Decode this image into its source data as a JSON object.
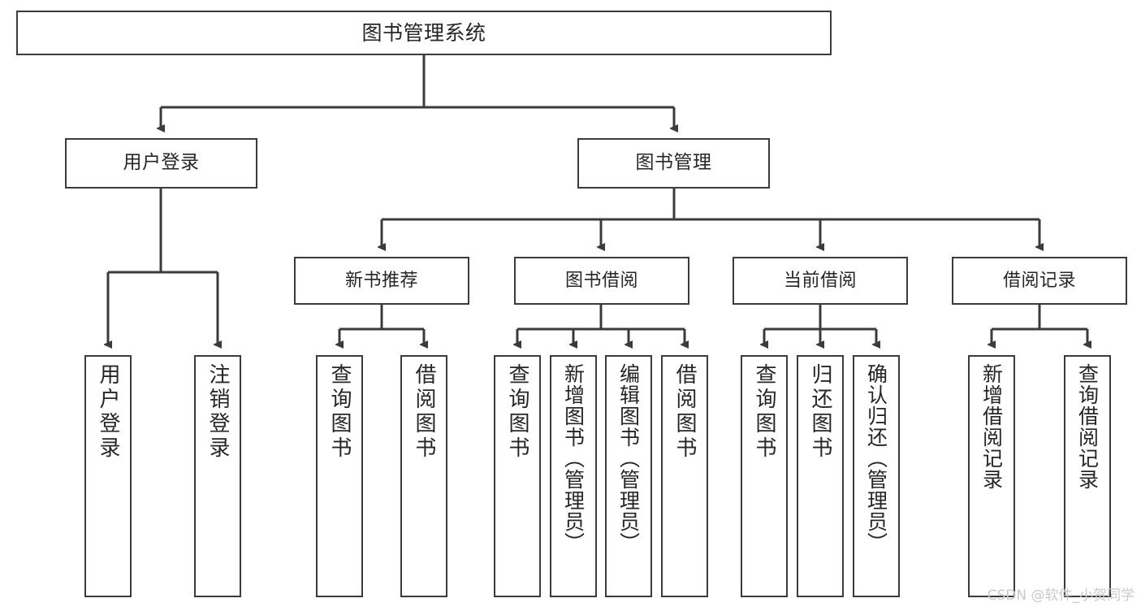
{
  "diagram": {
    "title": "图书管理系统",
    "root": {
      "label": "图书管理系统"
    },
    "level1": [
      {
        "label": "用户登录"
      },
      {
        "label": "图书管理"
      }
    ],
    "level2": [
      {
        "label": "新书推荐"
      },
      {
        "label": "图书借阅"
      },
      {
        "label": "当前借阅"
      },
      {
        "label": "借阅记录"
      }
    ],
    "leaves": {
      "login": [
        {
          "label": "用户登录"
        },
        {
          "label": "注销登录"
        }
      ],
      "newbook": [
        {
          "label": "查询图书"
        },
        {
          "label": "借阅图书"
        }
      ],
      "borrow": [
        {
          "label": "查询图书"
        },
        {
          "label": "新增图书（管理员）"
        },
        {
          "label": "编辑图书（管理员）"
        },
        {
          "label": "借阅图书"
        }
      ],
      "current": [
        {
          "label": "查询图书"
        },
        {
          "label": "归还图书"
        },
        {
          "label": "确认归还（管理员）"
        }
      ],
      "records": [
        {
          "label": "新增借阅记录"
        },
        {
          "label": "查询借阅记录"
        }
      ]
    }
  },
  "watermark": {
    "text": "CSDN @软件_小贺同学"
  },
  "colors": {
    "border": "#3b3b3b",
    "text": "#262626",
    "background": "#ffffff",
    "watermark": "#c9c9c9"
  }
}
